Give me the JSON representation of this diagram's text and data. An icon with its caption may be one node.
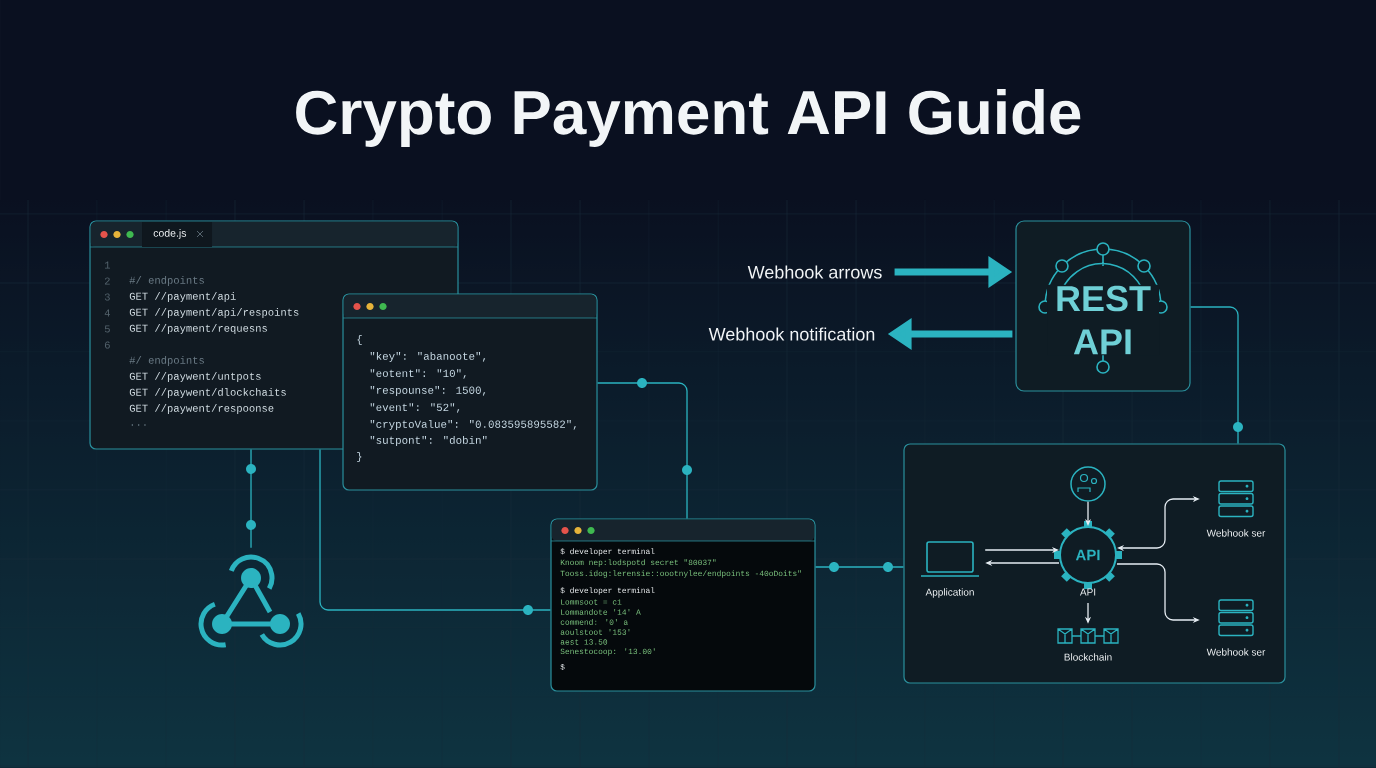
{
  "diagram": {
    "title": "Crypto Payment API Guide",
    "nodes": [
      {
        "text": [
          "code.js",
          "1",
          "2",
          "3",
          "4",
          "5",
          "6",
          "#/ endpoints",
          "GET //payment/api",
          "GET //payment/api/respoints",
          "GET //payment/requesns",
          "#/ endpoints",
          "GET //paywent/untpots",
          "GET //paywent/dlockchaits",
          "GET //paywent/respoonse",
          "..."
        ]
      },
      {
        "text": [
          "{",
          "\"key\": \"abanoote\",",
          "\"eotent\": \"10\",",
          "\"respounse\": 1500,",
          "\"event\": \"52\",",
          "\"cryptoValue\": \"0.083595895582\",",
          "\"sutpont\": \"dobin\"",
          "}"
        ]
      },
      {
        "text": [
          "$ developer terminal",
          "Knoom nep:lodspotd secret \"80037\"",
          "Tooss.idog:lerensie::oootnylee/endpoints -40oDoits\"",
          "$ developer terminal",
          "Lommsoot = c1",
          "Lommandote '14' A",
          "commend: '0' a",
          "aoulstoot '153'",
          "aest 13.50",
          "Senestocoop: '13.00'",
          "$"
        ]
      },
      {
        "text": [
          "REST API"
        ]
      },
      {
        "text": [],
        "shape": "box"
      },
      {
        "text": [
          "Application"
        ],
        "in": 4
      },
      {
        "text": [],
        "shape": "circle",
        "in": 4
      },
      {
        "text": [
          "API"
        ],
        "beside": [
          "API"
        ],
        "in": 4
      },
      {
        "text": [
          "Blockchain"
        ],
        "in": 4
      },
      {
        "text": [
          "Webhook ser"
        ],
        "in": 4
      },
      {
        "text": [
          "Webhook ser"
        ],
        "in": 4
      },
      {
        "text": [],
        "shape": "picture"
      },
      {
        "text": [
          "Webhook arrows"
        ]
      },
      {
        "text": [
          "Webhook notification"
        ]
      }
    ],
    "edges": [
      {
        "from": 0,
        "to": 11,
        "arrow": "none"
      },
      {
        "from": 0,
        "to": 2,
        "arrow": "none"
      },
      {
        "from": 1,
        "to": 2,
        "arrow": "none"
      },
      {
        "from": 2,
        "to": 4,
        "arrow": "none"
      },
      {
        "from": 3,
        "to": 4,
        "arrow": "none"
      },
      {
        "from": 12,
        "to": 3,
        "arrow": "to",
        "style": "thick"
      },
      {
        "from": 3,
        "to": 13,
        "arrow": "to",
        "style": "thick"
      },
      {
        "from": 5,
        "to": 7,
        "arrow": "to",
        "color": "#e6edf3"
      },
      {
        "from": 7,
        "to": 5,
        "arrow": "to",
        "color": "#e6edf3"
      },
      {
        "from": 6,
        "to": 7,
        "arrow": "to",
        "color": "#e6edf3"
      },
      {
        "from": 7,
        "to": 8,
        "arrow": "to",
        "color": "#e6edf3"
      },
      {
        "from": 7,
        "to": 9,
        "arrow": "both",
        "color": "#e6edf3"
      },
      {
        "from": 7,
        "to": 10,
        "arrow": "to",
        "color": "#e6edf3"
      }
    ]
  }
}
